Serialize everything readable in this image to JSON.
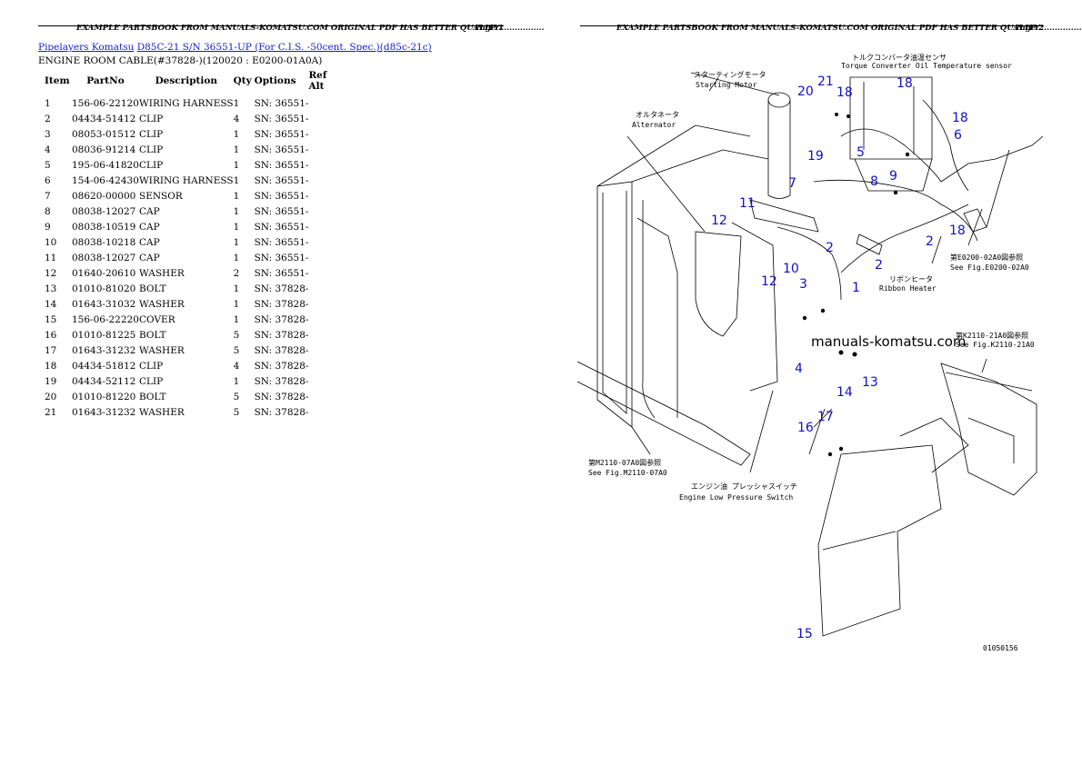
{
  "left_page": {
    "header_title": "EXAMPLE PARTSBOOK FROM MANUALS-KOMATSU.COM ORIGINAL PDF HAS BETTER QUALITY.................",
    "header_page": "Page 1",
    "breadcrumb": {
      "link1": "Pipelayers Komatsu",
      "link2": "D85C-21 S/N  36551-UP (For C.I.S. -50cent. Spec.)(d85c-21c)"
    },
    "subtitle": "ENGINE ROOM CABLE(#37828-)(120020 : E0200-01A0A)",
    "columns": [
      "Item",
      "PartNo",
      "Description",
      "Qty",
      "Options",
      "Ref Alt"
    ],
    "rows": [
      {
        "item": "1",
        "part": "156-06-22120",
        "desc": "WIRING HARNESS",
        "qty": "1",
        "opt": "SN: 36551-",
        "ref": ""
      },
      {
        "item": "2",
        "part": "04434-51412",
        "desc": "CLIP",
        "qty": "4",
        "opt": "SN: 36551-",
        "ref": ""
      },
      {
        "item": "3",
        "part": "08053-01512",
        "desc": "CLIP",
        "qty": "1",
        "opt": "SN: 36551-",
        "ref": ""
      },
      {
        "item": "4",
        "part": "08036-91214",
        "desc": "CLIP",
        "qty": "1",
        "opt": "SN: 36551-",
        "ref": ""
      },
      {
        "item": "5",
        "part": "195-06-41820",
        "desc": "CLIP",
        "qty": "1",
        "opt": "SN: 36551-",
        "ref": ""
      },
      {
        "item": "6",
        "part": "154-06-42430",
        "desc": "WIRING HARNESS",
        "qty": "1",
        "opt": "SN: 36551-",
        "ref": ""
      },
      {
        "item": "7",
        "part": "08620-00000",
        "desc": "SENSOR",
        "qty": "1",
        "opt": "SN: 36551-",
        "ref": ""
      },
      {
        "item": "8",
        "part": "08038-12027",
        "desc": "CAP",
        "qty": "1",
        "opt": "SN: 36551-",
        "ref": ""
      },
      {
        "item": "9",
        "part": "08038-10519",
        "desc": "CAP",
        "qty": "1",
        "opt": "SN: 36551-",
        "ref": ""
      },
      {
        "item": "10",
        "part": "08038-10218",
        "desc": "CAP",
        "qty": "1",
        "opt": "SN: 36551-",
        "ref": ""
      },
      {
        "item": "11",
        "part": "08038-12027",
        "desc": "CAP",
        "qty": "1",
        "opt": "SN: 36551-",
        "ref": ""
      },
      {
        "item": "12",
        "part": "01640-20610",
        "desc": "WASHER",
        "qty": "2",
        "opt": "SN: 36551-",
        "ref": ""
      },
      {
        "item": "13",
        "part": "01010-81020",
        "desc": "BOLT",
        "qty": "1",
        "opt": "SN: 37828-",
        "ref": ""
      },
      {
        "item": "14",
        "part": "01643-31032",
        "desc": "WASHER",
        "qty": "1",
        "opt": "SN: 37828-",
        "ref": ""
      },
      {
        "item": "15",
        "part": "156-06-22220",
        "desc": "COVER",
        "qty": "1",
        "opt": "SN: 37828-",
        "ref": ""
      },
      {
        "item": "16",
        "part": "01010-81225",
        "desc": "BOLT",
        "qty": "5",
        "opt": "SN: 37828-",
        "ref": ""
      },
      {
        "item": "17",
        "part": "01643-31232",
        "desc": "WASHER",
        "qty": "5",
        "opt": "SN: 37828-",
        "ref": ""
      },
      {
        "item": "18",
        "part": "04434-51812",
        "desc": "CLIP",
        "qty": "4",
        "opt": "SN: 37828-",
        "ref": ""
      },
      {
        "item": "19",
        "part": "04434-52112",
        "desc": "CLIP",
        "qty": "1",
        "opt": "SN: 37828-",
        "ref": ""
      },
      {
        "item": "20",
        "part": "01010-81220",
        "desc": "BOLT",
        "qty": "5",
        "opt": "SN: 37828-",
        "ref": ""
      },
      {
        "item": "21",
        "part": "01643-31232",
        "desc": "WASHER",
        "qty": "5",
        "opt": "SN: 37828-",
        "ref": ""
      }
    ]
  },
  "right_page": {
    "header_title": "EXAMPLE PARTSBOOK FROM MANUALS-KOMATSU.COM ORIGINAL PDF HAS BETTER QUALITY.................",
    "header_page": "Page 2",
    "diagram": {
      "watermark": "manuals-komatsu.com",
      "figure_code": "01050156",
      "callouts": {
        "torque_jp": "トルクコンバータ油温センサ",
        "torque_en": "Torque Converter Oil Temperature sensor",
        "starting_jp": "スターティングモータ",
        "starting_en": "Starting Motor",
        "alternator_jp": "オルタネータ",
        "alternator_en": "Alternator",
        "ribbon_jp": "リボンヒータ",
        "ribbon_en": "Ribbon Heater",
        "ref_e0200_jp": "第E0200-02A0図参照",
        "ref_e0200_en": "See Fig.E0200-02A0",
        "ref_k2110_jp": "第K2110-21A0図参照",
        "ref_k2110_en": "See Fig.K2110-21A0",
        "ref_m2110_jp": "第M2110-07A0図参照",
        "ref_m2110_en": "See Fig.M2110-07A0",
        "pressure_jp": "エンジン油 プレッシャスイッチ",
        "pressure_en": "Engine Low Pressure Switch"
      },
      "item_labels": [
        "1",
        "2",
        "2",
        "2",
        "3",
        "4",
        "5",
        "6",
        "7",
        "8",
        "9",
        "10",
        "11",
        "12",
        "12",
        "13",
        "14",
        "15",
        "16",
        "17",
        "18",
        "18",
        "18",
        "18",
        "19",
        "20",
        "21"
      ]
    }
  },
  "colors": {
    "link": "#1a1acc",
    "callout_number": "#1010c8"
  }
}
